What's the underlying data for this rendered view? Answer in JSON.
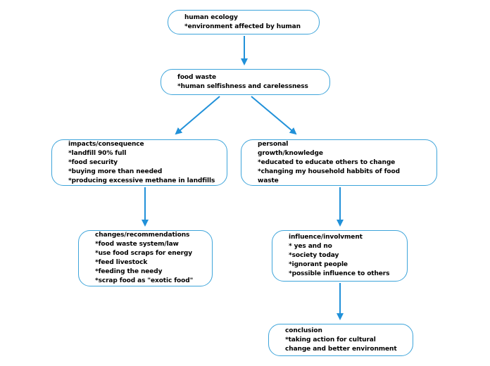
{
  "diagram": {
    "type": "flowchart",
    "topic": "food waste mind map",
    "colors": {
      "background": "#ffffff",
      "node_border": "#3da4da",
      "arrow": "#2191d9",
      "text": "#000000"
    },
    "nodes": [
      {
        "id": "human-ecology",
        "lines": [
          "human ecology",
          "*environment affected by human"
        ]
      },
      {
        "id": "food-waste",
        "lines": [
          "food waste",
          "*human selfishness and carelessness"
        ]
      },
      {
        "id": "impacts-consequence",
        "lines": [
          "impacts/consequence",
          "*landfill 90% full",
          "*food security",
          "*buying more than needed",
          "*producing excessive methane in landfills"
        ]
      },
      {
        "id": "personal-growth-knowledge",
        "lines": [
          "personal",
          "growth/knowledge",
          "*educated to educate others to change",
          "*changing my household habbits of food",
          "waste"
        ]
      },
      {
        "id": "changes-recommendations",
        "lines": [
          "changes/recommendations",
          "*food waste system/law",
          "*use food scraps for energy",
          "*feed livestock",
          "*feeding the needy",
          "*scrap food as \"exotic food\""
        ]
      },
      {
        "id": "influence-involvment",
        "lines": [
          "influence/involvment",
          "* yes and no",
          "*society today",
          "*ignorant people",
          "*possible influence to others"
        ]
      },
      {
        "id": "conclusion",
        "lines": [
          "conclusion",
          "*taking action for cultural",
          "change and better environment"
        ]
      }
    ],
    "edges": [
      {
        "from": "human-ecology",
        "to": "food-waste"
      },
      {
        "from": "food-waste",
        "to": "impacts-consequence"
      },
      {
        "from": "food-waste",
        "to": "personal-growth-knowledge"
      },
      {
        "from": "impacts-consequence",
        "to": "changes-recommendations"
      },
      {
        "from": "personal-growth-knowledge",
        "to": "influence-involvment"
      },
      {
        "from": "influence-involvment",
        "to": "conclusion"
      }
    ]
  }
}
